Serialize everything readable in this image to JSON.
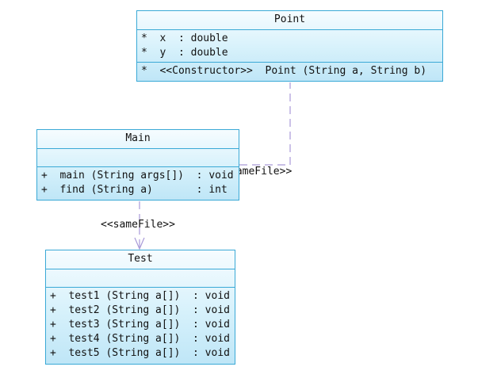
{
  "classes": {
    "point": {
      "name": "Point",
      "attributes": [
        "*  x  : double",
        "*  y  : double"
      ],
      "operations": [
        "*  <<Constructor>>  Point (String a, String b)"
      ]
    },
    "main": {
      "name": "Main",
      "attributes": [],
      "operations": [
        "+  main (String args[])  : void",
        "+  find (String a)       : int"
      ]
    },
    "test": {
      "name": "Test",
      "attributes": [],
      "operations": [
        "+  test1 (String a[])  : void",
        "+  test2 (String a[])  : void",
        "+  test3 (String a[])  : void",
        "+  test4 (String a[])  : void",
        "+  test5 (String a[])  : void"
      ]
    }
  },
  "dependencies": {
    "main_to_point": {
      "stereotype": "sameFile>>"
    },
    "main_to_test": {
      "stereotype": "<<sameFile>>"
    }
  },
  "colors": {
    "class_border": "#3aa9d6",
    "connector": "#a99ad8"
  }
}
